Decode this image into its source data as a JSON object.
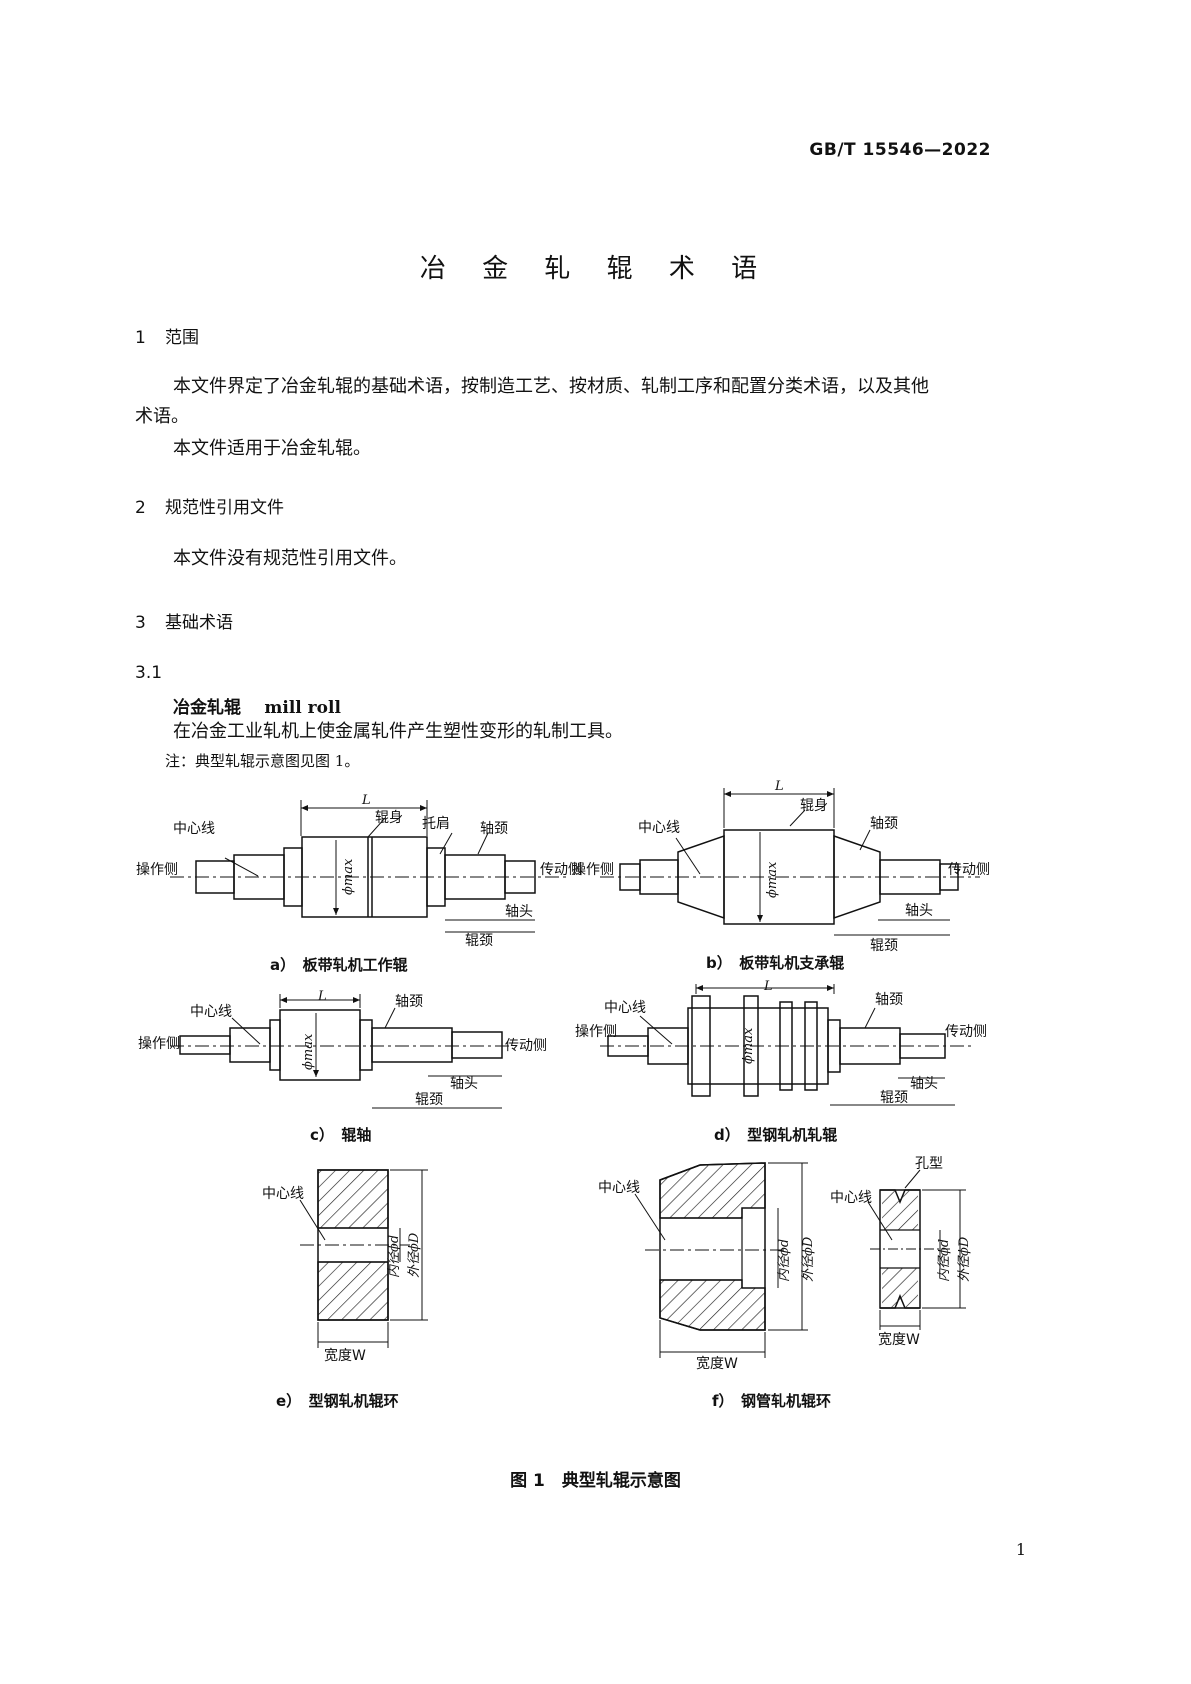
{
  "header": {
    "standard_code": "GB/T 15546—2022"
  },
  "title": "冶 金 轧 辊 术 语",
  "sections": [
    {
      "num": "1",
      "heading": "范围",
      "paragraphs": [
        "本文件界定了冶金轧辊的基础术语，按制造工艺、按材质、轧制工序和配置分类术语，以及其他",
        "术语。",
        "本文件适用于冶金轧辊。"
      ]
    },
    {
      "num": "2",
      "heading": "规范性引用文件",
      "paragraphs": [
        "本文件没有规范性引用文件。"
      ]
    },
    {
      "num": "3",
      "heading": "基础术语"
    }
  ],
  "term": {
    "num": "3.1",
    "zh": "冶金轧辊",
    "en": "mill roll",
    "definition": "在冶金工业轧机上使金属轧件产生塑性变形的轧制工具。",
    "note": "注：典型轧辊示意图见图 1。"
  },
  "figure": {
    "caption": "图 1　典型轧辊示意图",
    "labels": {
      "center_line": "中心线",
      "operate_side": "操作侧",
      "drive_side": "传动侧",
      "body": "辊身",
      "shoulder": "托肩",
      "journal": "轴颈",
      "shaft_head": "轴头",
      "neck": "辊颈",
      "L": "L",
      "phimax": "ϕmax",
      "inner": "内径ϕd",
      "outer": "外径ϕD",
      "width": "宽度W",
      "groove": "孔型"
    },
    "subcaptions": [
      "a）　板带轧机工作辊",
      "b）　板带轧机支承辊",
      "c）　辊轴",
      "d）　型钢轧机轧辊",
      "e）　型钢轧机辊环",
      "f）　钢管轧机辊环"
    ]
  },
  "page_number": "1"
}
